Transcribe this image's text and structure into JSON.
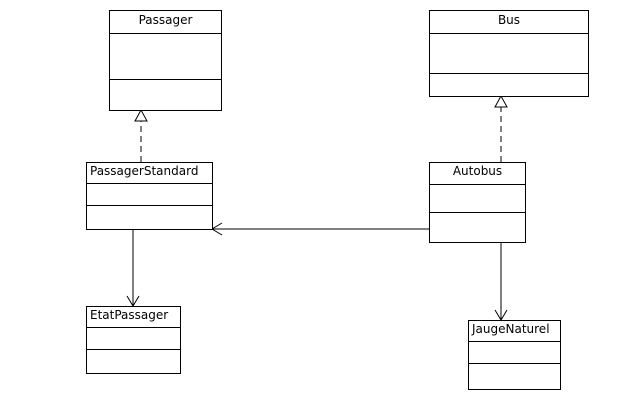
{
  "diagram": {
    "classes": {
      "passager": {
        "name": "Passager"
      },
      "bus": {
        "name": "Bus"
      },
      "passager_standard": {
        "name": "PassagerStandard"
      },
      "autobus": {
        "name": "Autobus"
      },
      "etat_passager": {
        "name": "EtatPassager"
      },
      "jauge_naturel": {
        "name": "JaugeNaturel"
      }
    },
    "relations": [
      {
        "from": "PassagerStandard",
        "to": "Passager",
        "kind": "realization"
      },
      {
        "from": "Autobus",
        "to": "Bus",
        "kind": "realization"
      },
      {
        "from": "Autobus",
        "to": "PassagerStandard",
        "kind": "association"
      },
      {
        "from": "PassagerStandard",
        "to": "EtatPassager",
        "kind": "association"
      },
      {
        "from": "Autobus",
        "to": "JaugeNaturel",
        "kind": "association"
      }
    ],
    "colors": {
      "line": "#000000",
      "background": "#ffffff"
    }
  }
}
